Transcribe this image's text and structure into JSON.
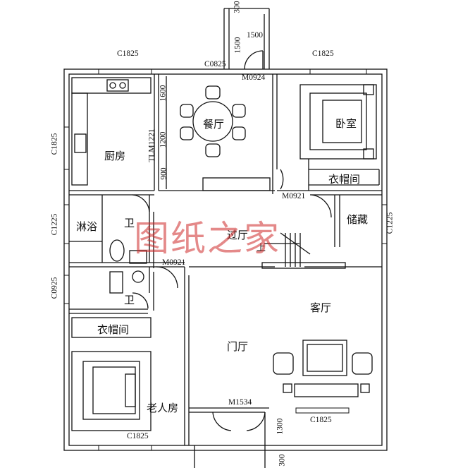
{
  "rooms": {
    "kitchen": "厨房",
    "dining": "餐厅",
    "bedroom": "卧室",
    "wardrobe_right": "衣帽间",
    "storage": "储藏",
    "bath": "淋浴",
    "toilet_upper": "卫",
    "toilet_lower": "卫",
    "hall": "过厅",
    "living": "客厅",
    "wardrobe_left": "衣帽间",
    "entry_hall": "门厅",
    "elderly_room": "老人房",
    "stair_up": "上"
  },
  "dimensions": {
    "top_window_left": "C1825",
    "top_window_mid": "C0825",
    "top_window_right": "C1825",
    "door_top": "M0924",
    "porch_width": "1500",
    "porch_depth": "1500",
    "top_edge": "300",
    "left_window_kitchen": "C1825",
    "left_window_bath": "C1225",
    "left_window_toilet": "C0925",
    "right_window_storage": "C1225",
    "dining_dim_1": "1600",
    "dining_dim_2": "1200",
    "dining_dim_3": "900",
    "sliding_door": "TLM1221",
    "door_hall": "M0921",
    "door_bath": "M0921",
    "entry_door": "M1534",
    "bottom_window_left": "C1825",
    "bottom_window_right": "C1825",
    "porch_bottom": "1300",
    "bottom_edge": "300"
  },
  "watermark": "图纸之家",
  "colors": {
    "wall": "#111111",
    "watermark": "#cd2828"
  }
}
